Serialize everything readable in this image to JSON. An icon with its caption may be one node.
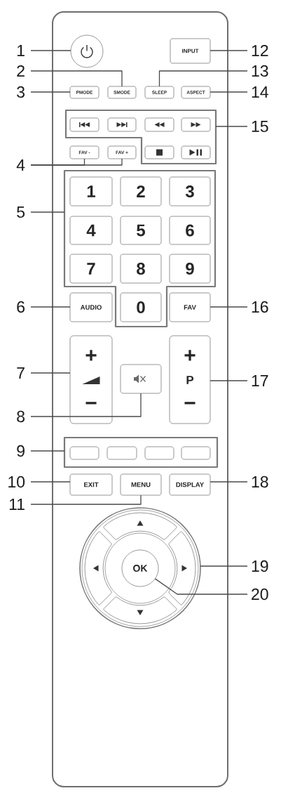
{
  "diagram": {
    "nodes": [
      {
        "text": [],
        "shape": "box"
      },
      {
        "text": [
          "1"
        ]
      },
      {
        "text": [],
        "shape": "circle",
        "in": 0
      },
      {
        "text": [
          "INPUT"
        ],
        "in": 0
      },
      {
        "text": [
          "12"
        ]
      },
      {
        "text": [
          "2"
        ]
      },
      {
        "text": [
          "13"
        ]
      },
      {
        "text": [
          "3"
        ]
      },
      {
        "text": [
          "PMODE"
        ],
        "in": 0
      },
      {
        "text": [
          "SMODE"
        ],
        "in": 0
      },
      {
        "text": [
          "SLEEP"
        ],
        "in": 0
      },
      {
        "text": [
          "ASPECT"
        ],
        "in": 0
      },
      {
        "text": [
          "14"
        ]
      },
      {
        "text": [],
        "shape": "box",
        "in": 0
      },
      {
        "text": [],
        "shape": "box",
        "in": 13
      },
      {
        "text": [],
        "shape": "box",
        "in": 13
      },
      {
        "text": [],
        "shape": "box",
        "in": 13
      },
      {
        "text": [],
        "shape": "box",
        "in": 13
      },
      {
        "text": [
          "15"
        ]
      },
      {
        "text": [
          "FAV -"
        ],
        "in": 0
      },
      {
        "text": [
          "FAV +"
        ],
        "in": 0
      },
      {
        "text": [],
        "shape": "box",
        "in": 13
      },
      {
        "text": [],
        "shape": "box",
        "in": 13
      },
      {
        "text": [
          "4"
        ]
      },
      {
        "text": [],
        "shape": "box",
        "in": 0
      },
      {
        "text": [
          "5"
        ]
      },
      {
        "text": [
          "1"
        ],
        "in": 24
      },
      {
        "text": [
          "2"
        ],
        "in": 24
      },
      {
        "text": [
          "3"
        ],
        "in": 24
      },
      {
        "text": [
          "4"
        ],
        "in": 24
      },
      {
        "text": [
          "5"
        ],
        "in": 24
      },
      {
        "text": [
          "6"
        ],
        "in": 24
      },
      {
        "text": [
          "7"
        ],
        "in": 24
      },
      {
        "text": [
          "8"
        ],
        "in": 24
      },
      {
        "text": [
          "9"
        ],
        "in": 24
      },
      {
        "text": [
          "6"
        ]
      },
      {
        "text": [
          "AUDIO"
        ],
        "in": 0
      },
      {
        "text": [
          "0"
        ],
        "in": 24
      },
      {
        "text": [
          "FAV"
        ],
        "in": 0
      },
      {
        "text": [
          "16"
        ]
      },
      {
        "text": [
          "+",
          "−"
        ],
        "in": 0
      },
      {
        "text": [
          "7"
        ]
      },
      {
        "text": [],
        "shape": "box",
        "in": 0
      },
      {
        "text": [
          "+",
          "P",
          "−"
        ],
        "in": 0
      },
      {
        "text": [
          "17"
        ]
      },
      {
        "text": [
          "8"
        ]
      },
      {
        "text": [
          "9"
        ]
      },
      {
        "text": [],
        "shape": "box",
        "in": 0
      },
      {
        "text": [],
        "shape": "box",
        "in": 47
      },
      {
        "text": [],
        "shape": "box",
        "in": 47
      },
      {
        "text": [],
        "shape": "box",
        "in": 47
      },
      {
        "text": [],
        "shape": "box",
        "in": 47
      },
      {
        "text": [
          "10"
        ]
      },
      {
        "text": [
          "EXIT"
        ],
        "in": 0
      },
      {
        "text": [
          "MENU"
        ],
        "in": 0
      },
      {
        "text": [
          "DISPLAY"
        ],
        "in": 0
      },
      {
        "text": [
          "18"
        ]
      },
      {
        "text": [
          "11"
        ]
      },
      {
        "text": [],
        "shape": "circle",
        "in": 0
      },
      {
        "text": [],
        "shape": "box",
        "in": 58
      },
      {
        "text": [],
        "shape": "box",
        "in": 58
      },
      {
        "text": [
          "OK"
        ],
        "in": 58
      },
      {
        "text": [],
        "shape": "box",
        "in": 58
      },
      {
        "text": [],
        "shape": "box",
        "in": 58
      },
      {
        "text": [
          "19"
        ]
      },
      {
        "text": [
          "20"
        ]
      }
    ],
    "edges": [
      {
        "from": 1,
        "to": 2,
        "arrow": "none"
      },
      {
        "from": 5,
        "to": 9,
        "arrow": "none"
      },
      {
        "from": 7,
        "to": 8,
        "arrow": "none"
      },
      {
        "from": 23,
        "to": 19,
        "arrow": "none"
      },
      {
        "from": 23,
        "to": 20,
        "arrow": "none"
      },
      {
        "from": 25,
        "to": 24,
        "arrow": "none"
      },
      {
        "from": 35,
        "to": 36,
        "arrow": "none"
      },
      {
        "from": 41,
        "to": 40,
        "arrow": "none"
      },
      {
        "from": 45,
        "to": 42,
        "arrow": "none"
      },
      {
        "from": 46,
        "to": 47,
        "arrow": "none"
      },
      {
        "from": 52,
        "to": 53,
        "arrow": "none"
      },
      {
        "from": 57,
        "to": 54,
        "arrow": "none"
      },
      {
        "from": 4,
        "to": 3,
        "arrow": "none"
      },
      {
        "from": 6,
        "to": 10,
        "arrow": "none"
      },
      {
        "from": 12,
        "to": 11,
        "arrow": "none"
      },
      {
        "from": 18,
        "to": 13,
        "arrow": "none"
      },
      {
        "from": 39,
        "to": 38,
        "arrow": "none"
      },
      {
        "from": 44,
        "to": 43,
        "arrow": "none"
      },
      {
        "from": 56,
        "to": 55,
        "arrow": "none"
      },
      {
        "from": 64,
        "to": 58,
        "arrow": "none"
      },
      {
        "from": 65,
        "to": 61,
        "arrow": "none"
      }
    ]
  }
}
